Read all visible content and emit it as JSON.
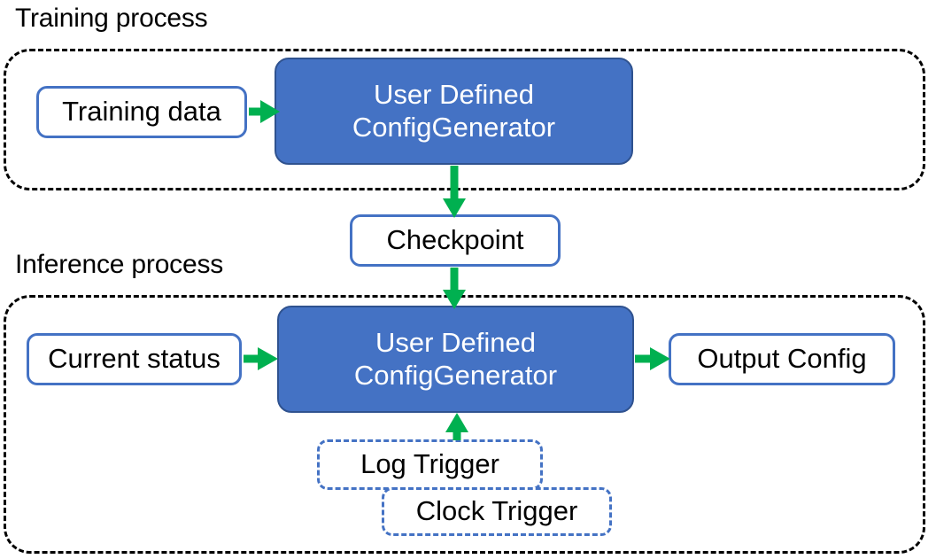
{
  "diagram": {
    "title_training": "Training process",
    "title_inference": "Inference process",
    "colors": {
      "node_fill_blue": "#4472C4",
      "node_border_blue": "#4472C4",
      "arrow_green": "#00B050",
      "group_border": "#000000",
      "text_on_blue": "#FFFFFF",
      "text_dark": "#000000",
      "canvas_background": "#FFFFFF"
    },
    "training_group": {
      "label": "Training process",
      "border_style": "dashed",
      "nodes": [
        {
          "id": "training-data",
          "label": "Training data",
          "style": "outlined-white"
        },
        {
          "id": "generator-training",
          "label_line1": "User Defined",
          "label_line2": "ConfigGenerator",
          "style": "filled-blue"
        }
      ]
    },
    "checkpoint": {
      "label": "Checkpoint",
      "style": "outlined-white"
    },
    "inference_group": {
      "label": "Inference process",
      "border_style": "dashed",
      "nodes": [
        {
          "id": "current-status",
          "label": "Current status",
          "style": "outlined-white"
        },
        {
          "id": "generator-inference",
          "label_line1": "User Defined",
          "label_line2": "ConfigGenerator",
          "style": "filled-blue"
        },
        {
          "id": "output-config",
          "label": "Output Config",
          "style": "outlined-white"
        },
        {
          "id": "log-trigger",
          "label": "Log Trigger",
          "style": "dashed-blue"
        },
        {
          "id": "clock-trigger",
          "label": "Clock Trigger",
          "style": "dashed-blue"
        }
      ]
    },
    "arrows": [
      {
        "id": "training-data-to-generator",
        "from": "training-data",
        "to": "generator-training",
        "direction": "right"
      },
      {
        "id": "generator-training-to-checkpoint",
        "from": "generator-training",
        "to": "checkpoint",
        "direction": "down"
      },
      {
        "id": "checkpoint-to-generator-inference",
        "from": "checkpoint",
        "to": "generator-inference",
        "direction": "down"
      },
      {
        "id": "current-status-to-generator",
        "from": "current-status",
        "to": "generator-inference",
        "direction": "right"
      },
      {
        "id": "generator-inference-to-output",
        "from": "generator-inference",
        "to": "output-config",
        "direction": "right"
      },
      {
        "id": "log-trigger-to-generator",
        "from": "log-trigger",
        "to": "generator-inference",
        "direction": "up"
      }
    ]
  }
}
